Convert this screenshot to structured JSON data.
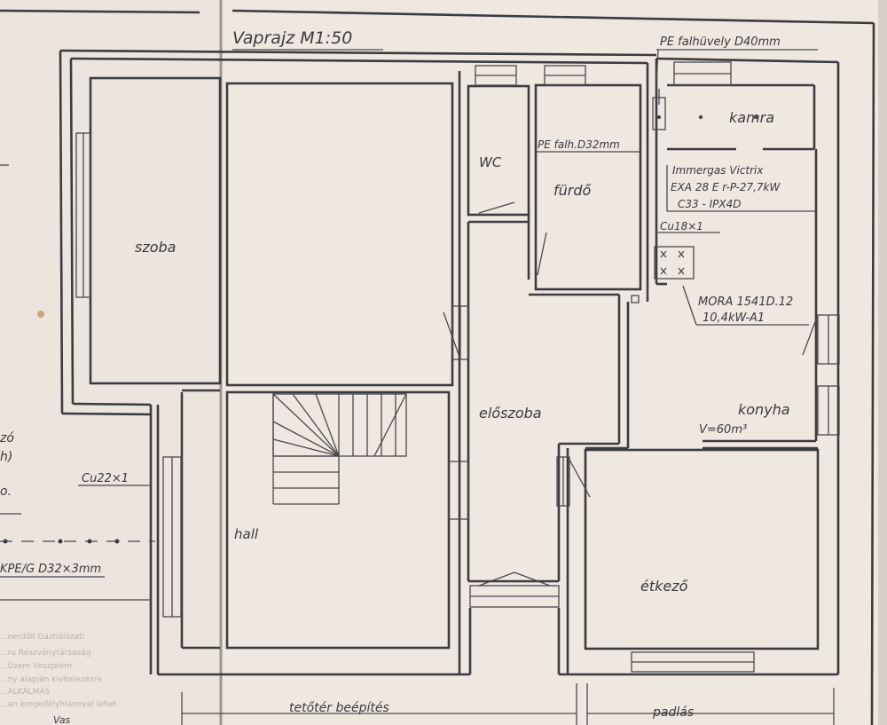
{
  "drawing": {
    "title": "Vaprajz M1:50",
    "paper_color": "#ece6df",
    "ink_color": "#3b3b40"
  },
  "rooms": {
    "szoba": "szoba",
    "wc": "WC",
    "furdo": "fürdő",
    "kamra": "kamra",
    "eloszoba": "előszoba",
    "konyha": "konyha",
    "konyha_volume": "V=60m³",
    "etkezo": "étkező",
    "hall": "hall"
  },
  "annotations": {
    "pe_falhuvely_40": "PE falhüvely D40mm",
    "pe_falh_32": "PE falh.D32mm",
    "boiler_line1": "Immergas Victrix",
    "boiler_line2": "EXA 28 E r-P-27,7kW",
    "boiler_line3": "C33 - IPX4D",
    "cu18": "Cu18×1",
    "mora_line1": "MORA 1541D.12",
    "mora_line2": "10,4kW-A1",
    "cu22": "Cu22×1",
    "kpe": "KPE/G D32×3mm",
    "teto": "tetőtér beépítés",
    "padlas": "padlás"
  },
  "left_sheet_fragments": {
    "frag_zo": "zó",
    "frag_h": "h)",
    "frag_o": "o."
  },
  "stamp": {
    "line1": "...nerdőli Gázhálózati",
    "line2": "...ru Részvénytársaság",
    "line3": "...Üzem Veszprém",
    "line4": "...ny alapján kivitelezésre",
    "line5": "...ALKALMAS",
    "line6": "...an emgedélyhiánnyal lehet.",
    "line7": "Vas"
  }
}
